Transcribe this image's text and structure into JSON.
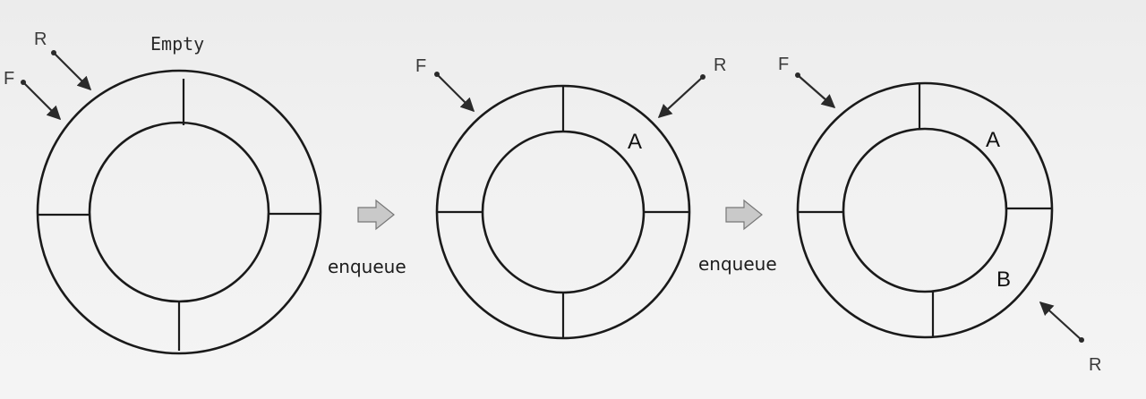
{
  "queues": [
    {
      "status": "Empty",
      "front_label": "F",
      "rear_label": "R",
      "slots": []
    },
    {
      "front_label": "F",
      "rear_label": "R",
      "slots": [
        "A"
      ]
    },
    {
      "front_label": "F",
      "rear_label": "R",
      "slots": [
        "A",
        "B"
      ]
    }
  ],
  "operations": [
    {
      "label": "enqueue"
    },
    {
      "label": "enqueue"
    }
  ],
  "colors": {
    "stroke": "#1a1a1a",
    "arrow_fill": "#c9c9c9"
  }
}
